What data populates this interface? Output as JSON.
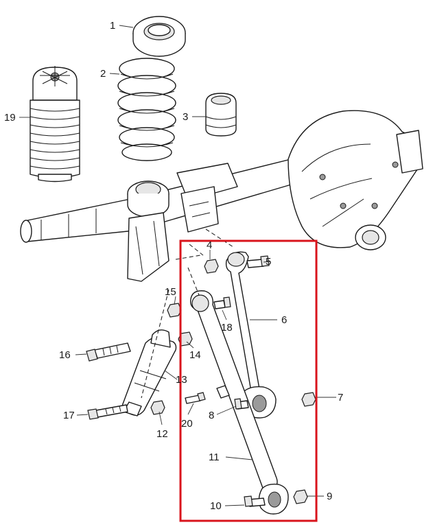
{
  "highlight": {
    "color": "#d9141c"
  },
  "callouts": [
    {
      "label": "1"
    },
    {
      "label": "2"
    },
    {
      "label": "3"
    },
    {
      "label": "4"
    },
    {
      "label": "5"
    },
    {
      "label": "6"
    },
    {
      "label": "7"
    },
    {
      "label": "8"
    },
    {
      "label": "9"
    },
    {
      "label": "10"
    },
    {
      "label": "11"
    },
    {
      "label": "12"
    },
    {
      "label": "13"
    },
    {
      "label": "14"
    },
    {
      "label": "15"
    },
    {
      "label": "16"
    },
    {
      "label": "17"
    },
    {
      "label": "18"
    },
    {
      "label": "19"
    },
    {
      "label": "20"
    }
  ]
}
